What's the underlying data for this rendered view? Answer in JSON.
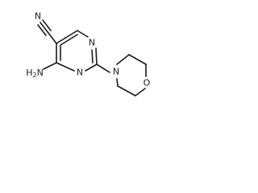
{
  "molecule": {
    "atoms": {
      "nitrile_n": "N",
      "ring_n_top": "N",
      "ring_n_mid": "N",
      "morpholine_n": "N",
      "morpholine_o": "O",
      "amino": "H2N"
    }
  }
}
